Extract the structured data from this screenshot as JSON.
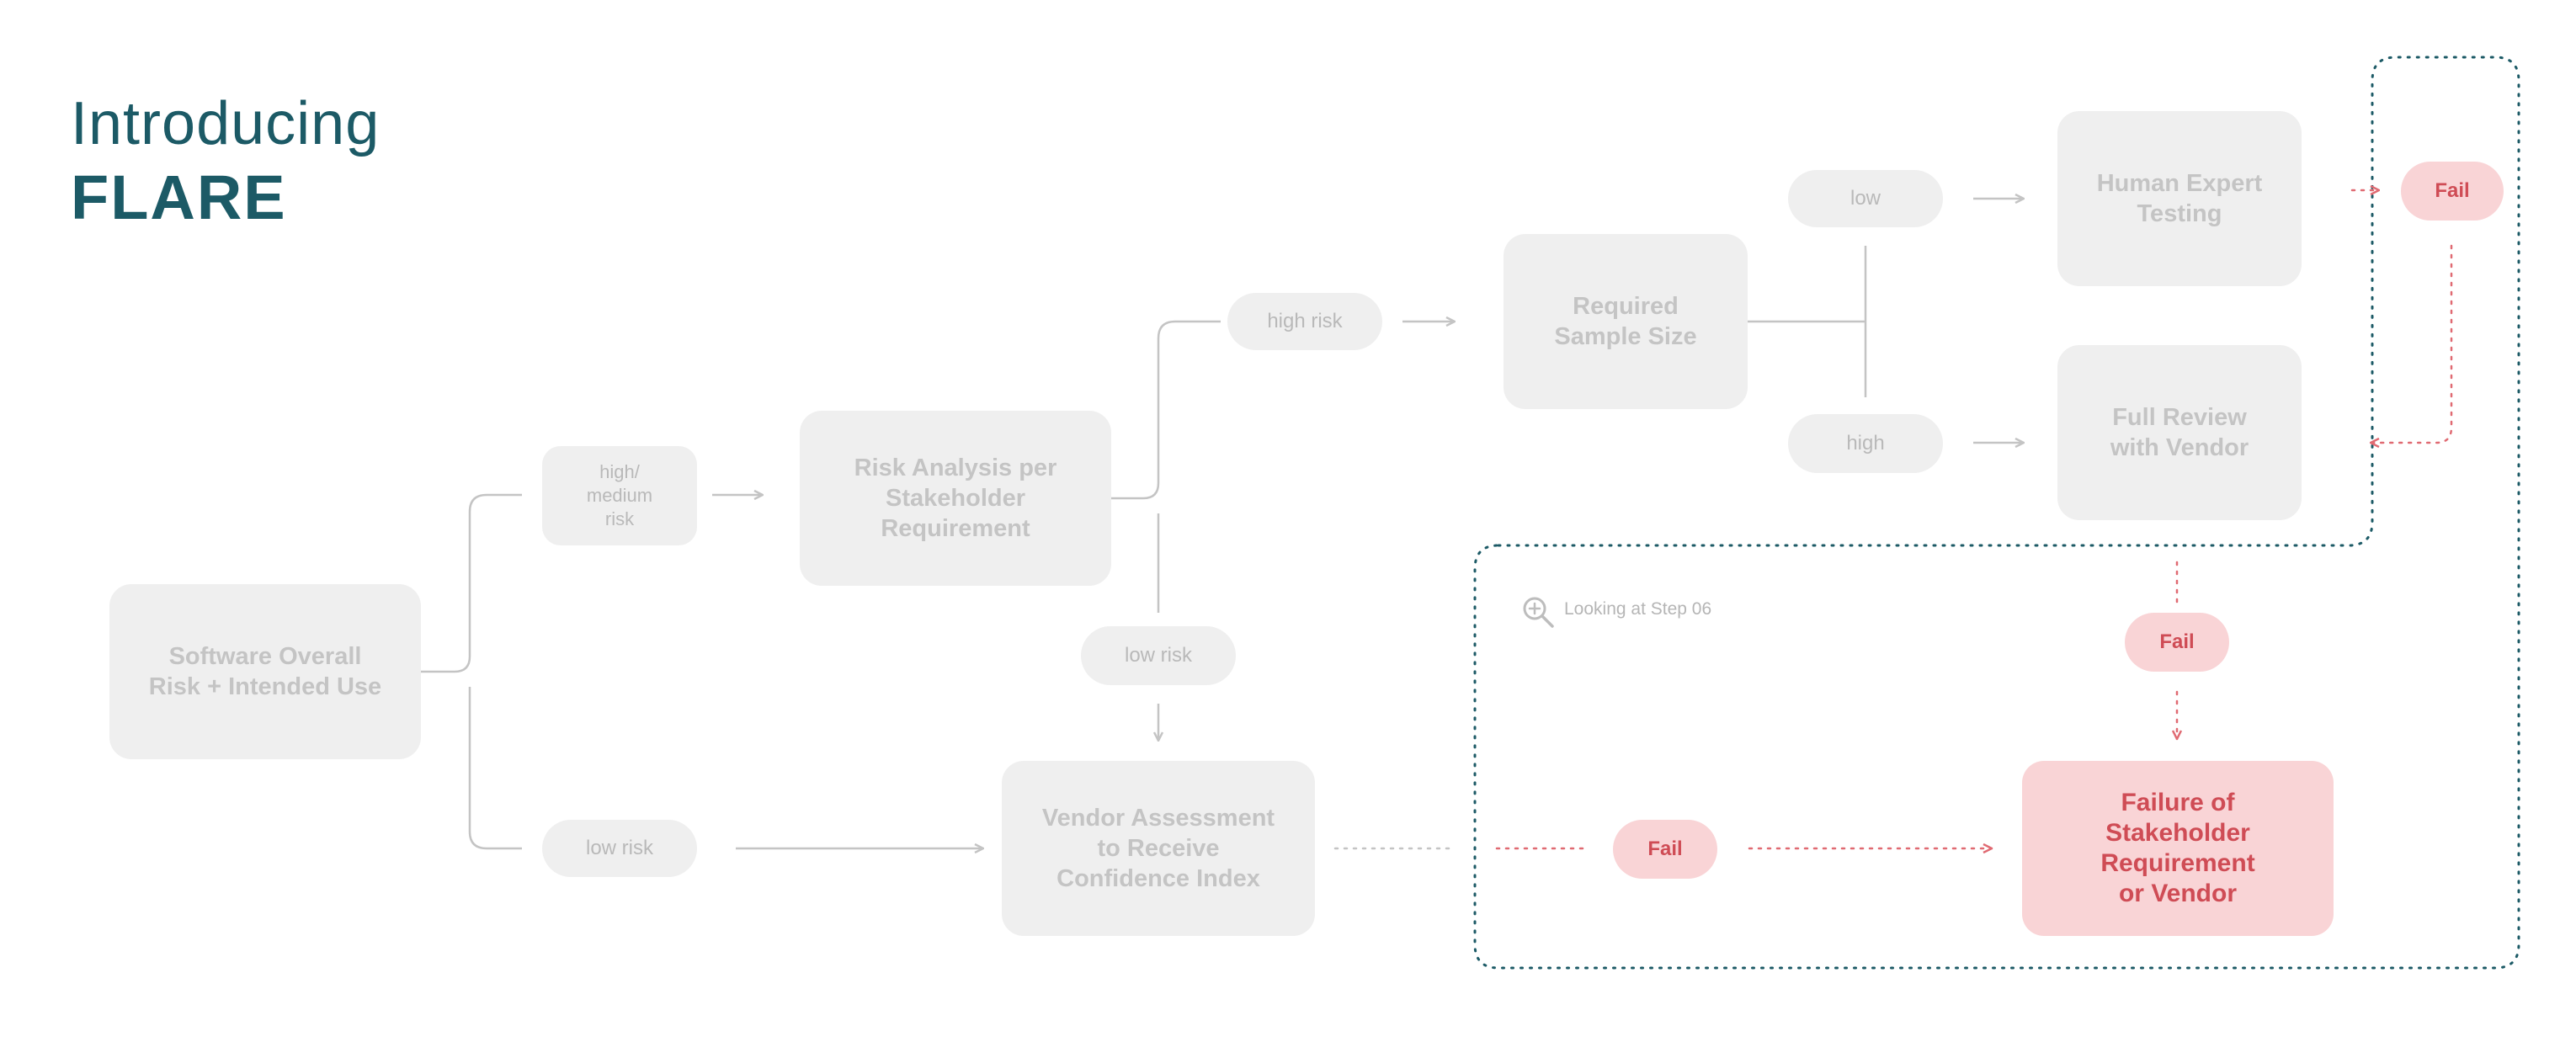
{
  "header": {
    "intro": "Introducing",
    "product": "FLARE"
  },
  "nodes": {
    "software_risk": "Software Overall\nRisk + Intended Use",
    "high_medium_risk": "high/\nmedium\nrisk",
    "low_risk_bottom": "low risk",
    "risk_analysis": "Risk Analysis per\nStakeholder\nRequirement",
    "high_risk": "high risk",
    "low_risk_mid": "low risk",
    "vendor_assessment": "Vendor Assessment\nto Receive\nConfidence Index",
    "required_sample": "Required\nSample Size",
    "low": "low",
    "high": "high",
    "human_expert": "Human Expert\nTesting",
    "full_review": "Full Review\nwith Vendor",
    "fail_top": "Fail",
    "fail_mid": "Fail",
    "fail_bottom": "Fail",
    "failure_box": "Failure of\nStakeholder\nRequirement\nor Vendor"
  },
  "zoom": {
    "label": "Looking at Step 06",
    "icon": "zoom-in-icon"
  },
  "colors": {
    "title": "#1c5a66",
    "node_fill": "#efefef",
    "node_text": "#c4c4c4",
    "connector": "#c4c4c4",
    "fail_fill": "#f9d4d6",
    "fail_text": "#cf4c55",
    "fail_line": "#e06a72",
    "focus_border": "#1c5a66"
  }
}
